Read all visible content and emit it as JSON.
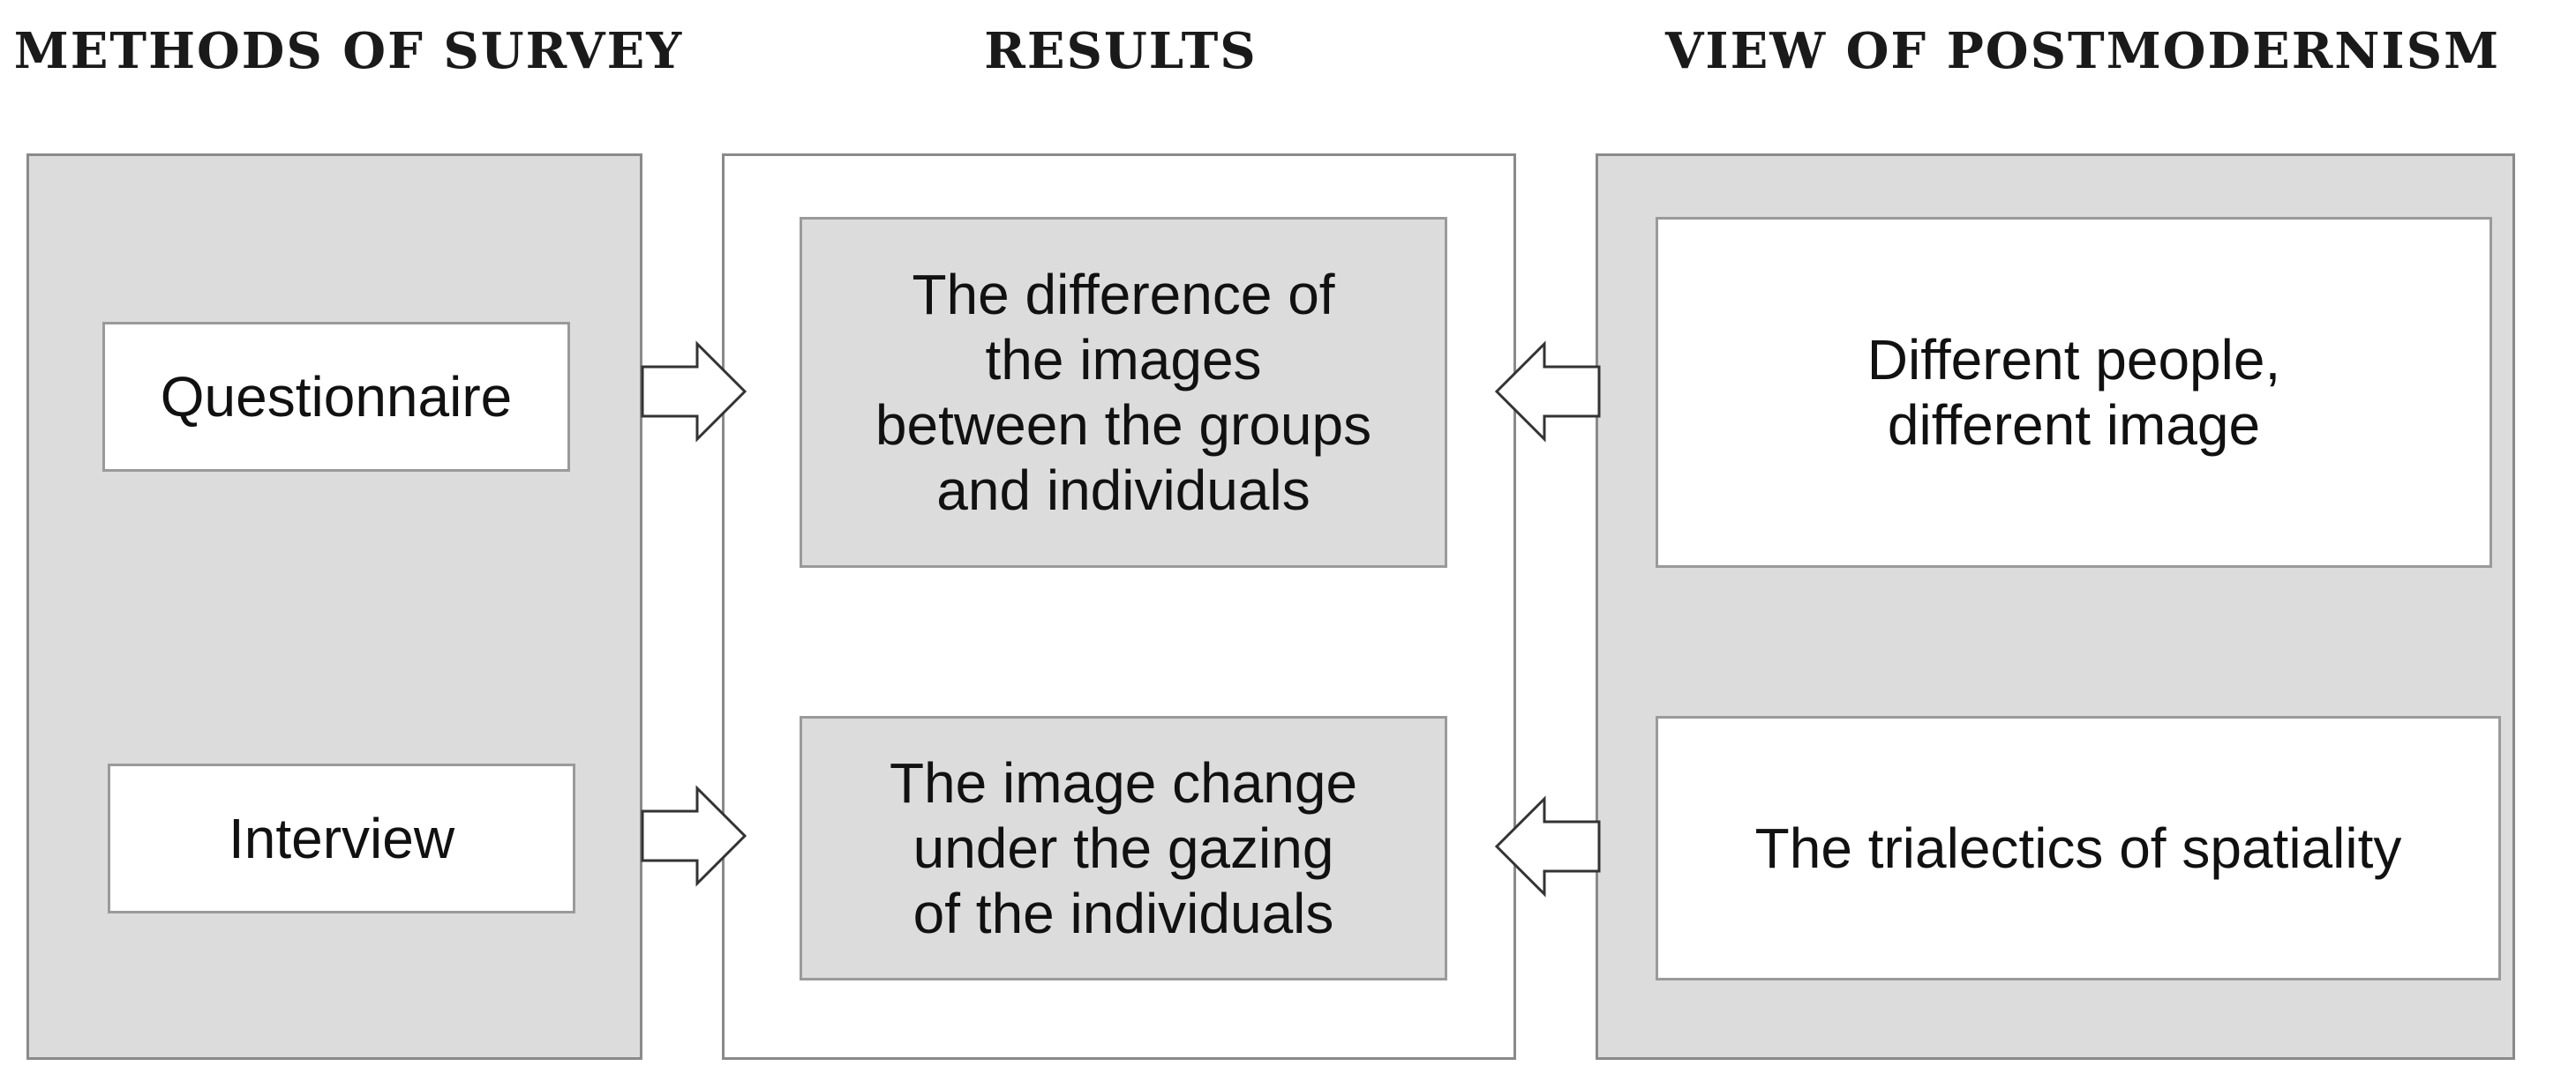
{
  "headings": {
    "methods": "METHODS  OF SURVEY",
    "results": "RESULTS",
    "view": "VIEW OF POSTMODERNISM"
  },
  "methods": {
    "questionnaire": "Questionnaire",
    "interview": "Interview"
  },
  "results": {
    "difference": "The difference of\nthe images\nbetween the groups\nand individuals",
    "change": "The image change\nunder the gazing\nof the individuals"
  },
  "view": {
    "different_people": "Different people,\ndifferent image",
    "trialectics": "The trialectics of spatiality"
  },
  "colors": {
    "panel_gray": "#dcdcdc",
    "border": "#8a8a8a",
    "text": "#111111"
  },
  "arrows": [
    {
      "name": "arrow-questionnaire-to-difference",
      "direction": "right"
    },
    {
      "name": "arrow-interview-to-change",
      "direction": "right"
    },
    {
      "name": "arrow-different-people-to-difference",
      "direction": "left"
    },
    {
      "name": "arrow-trialectics-to-change",
      "direction": "left"
    }
  ]
}
